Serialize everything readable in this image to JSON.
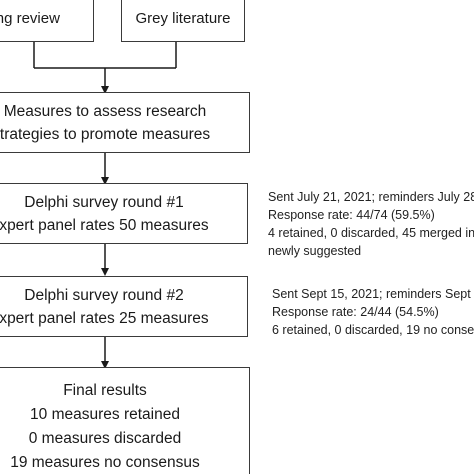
{
  "sources": {
    "left_label": "ping review",
    "right_label": "Grey literature"
  },
  "measures_box": {
    "line1": "Measures to assess research",
    "line2": "trategies to promote measures"
  },
  "round1": {
    "title": "Delphi survey round #1",
    "subtitle": "xpert panel rates 50 measures",
    "notes": [
      "Sent July 21, 2021; reminders July 28",
      "Response rate: 44/74 (59.5%)",
      "4 retained, 0 discarded, 45 merged in",
      "newly suggested"
    ]
  },
  "round2": {
    "title": "Delphi survey round #2",
    "subtitle": "xpert panel rates 25 measures",
    "notes": [
      "Sent Sept 15, 2021; reminders Sept 2",
      "Response rate: 24/44 (54.5%)",
      "6 retained, 0 discarded, 19 no consens"
    ]
  },
  "final": {
    "title": "Final results",
    "lines": [
      "10 measures retained",
      "0 measures discarded",
      "19 measures no consensus"
    ]
  }
}
